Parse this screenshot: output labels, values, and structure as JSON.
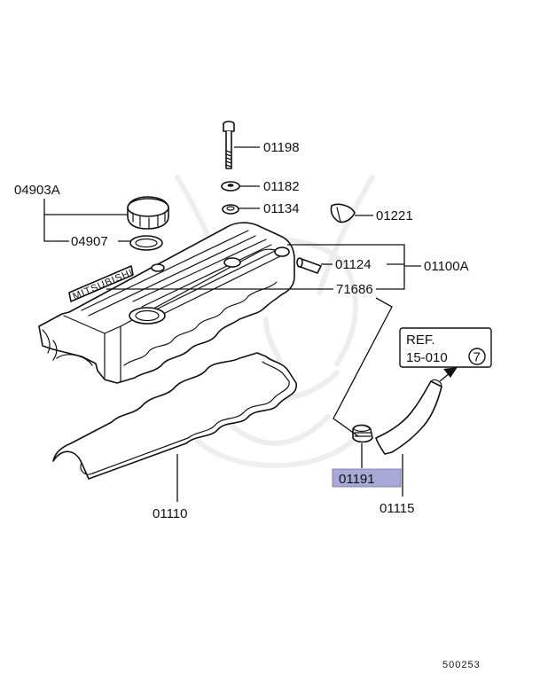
{
  "labels": {
    "p01198": "01198",
    "p04903A": "04903A",
    "p01182": "01182",
    "p01134": "01134",
    "p01221": "01221",
    "p04907": "04907",
    "p01124": "01124",
    "p01100A": "01100A",
    "p71686": "71686",
    "ref_line1": "REF.",
    "ref_line2": "15-010",
    "ref_circle": "7",
    "p01191": "01191",
    "p01115": "01115",
    "p01110": "01110",
    "diagram_no": "500253",
    "emboss": "MITSUBISHI"
  },
  "colors": {
    "highlight": "#a7a9d6",
    "line": "#111111",
    "watermark": "#ececec"
  }
}
